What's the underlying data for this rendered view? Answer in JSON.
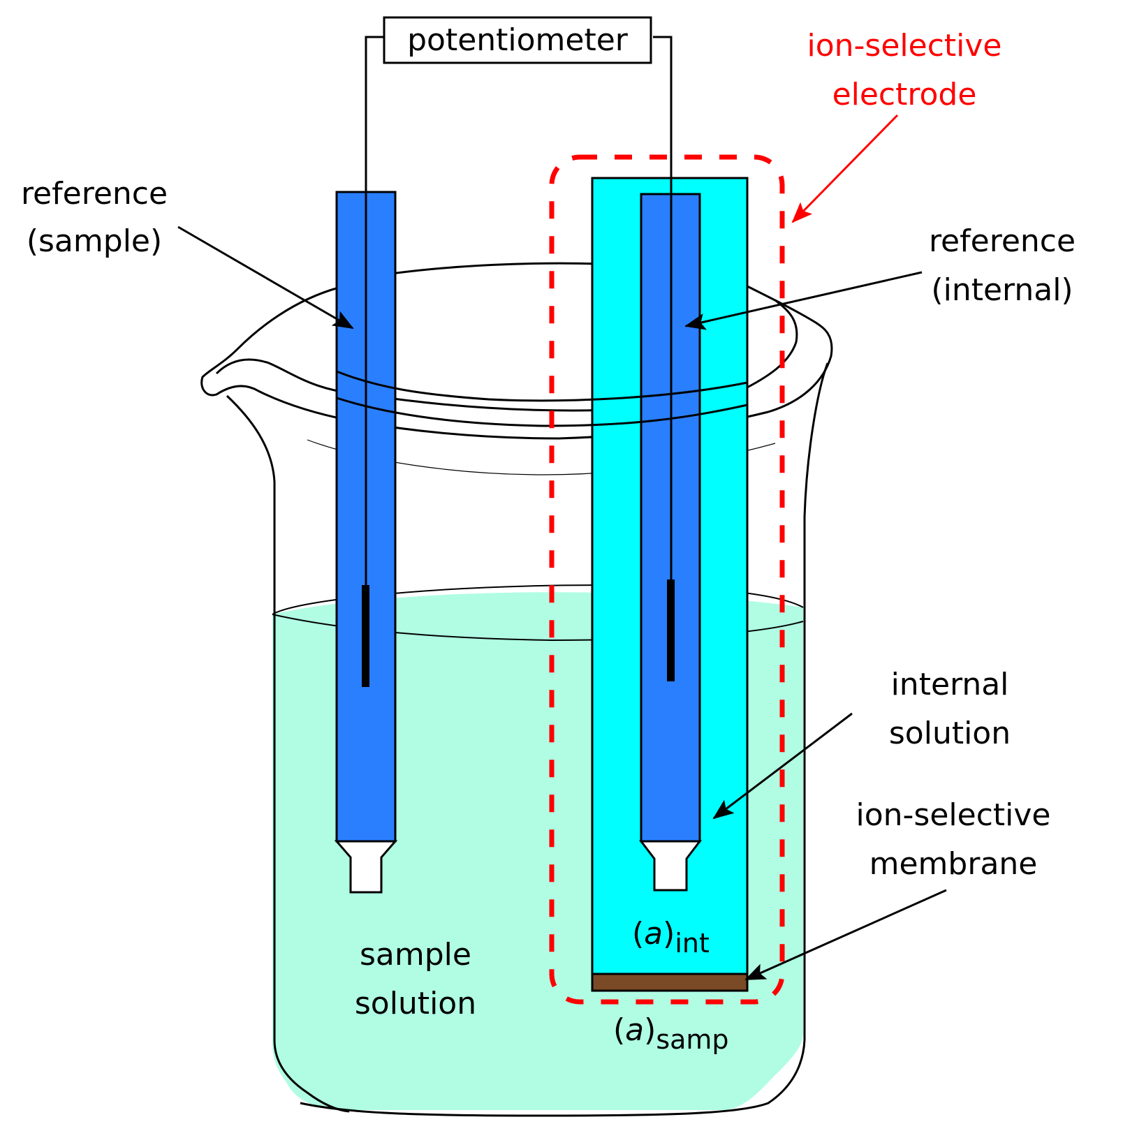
{
  "diagram": {
    "title": "Ion-selective electrode setup",
    "colors": {
      "reference_electrode": "#2a7fff",
      "ise_body": "#00ffff",
      "sample_solution": "#b0fde4",
      "membrane": "#7a4a26",
      "highlight": "#ff0000",
      "line": "#000000",
      "frit": "#ffffff"
    },
    "labels": {
      "potentiometer": "potentiometer",
      "ise_line1": "ion-selective",
      "ise_line2": "electrode",
      "ref_sample_line1": "reference",
      "ref_sample_line2": "(sample)",
      "ref_internal_line1": "reference",
      "ref_internal_line2": "(internal)",
      "internal_solution_line1": "internal",
      "internal_solution_line2": "solution",
      "membrane_line1": "ion-selective",
      "membrane_line2": "membrane",
      "sample_solution_line1": "sample",
      "sample_solution_line2": "solution",
      "a_symbol": "a",
      "paren_open": "(",
      "paren_close": ")",
      "sub_int": "int",
      "sub_samp": "samp"
    },
    "nodes": [
      {
        "id": "potentiometer",
        "label": "potentiometer"
      },
      {
        "id": "reference-sample-electrode",
        "label": "reference (sample)"
      },
      {
        "id": "ion-selective-electrode",
        "label": "ion-selective electrode"
      },
      {
        "id": "reference-internal-electrode",
        "label": "reference (internal)"
      },
      {
        "id": "internal-solution",
        "label": "internal solution"
      },
      {
        "id": "ion-selective-membrane",
        "label": "ion-selective membrane"
      },
      {
        "id": "sample-solution",
        "label": "sample solution"
      },
      {
        "id": "beaker",
        "label": ""
      }
    ],
    "edges": [
      {
        "from": "potentiometer",
        "to": "reference-sample-electrode",
        "type": "wire"
      },
      {
        "from": "potentiometer",
        "to": "reference-internal-electrode",
        "type": "wire"
      }
    ]
  }
}
